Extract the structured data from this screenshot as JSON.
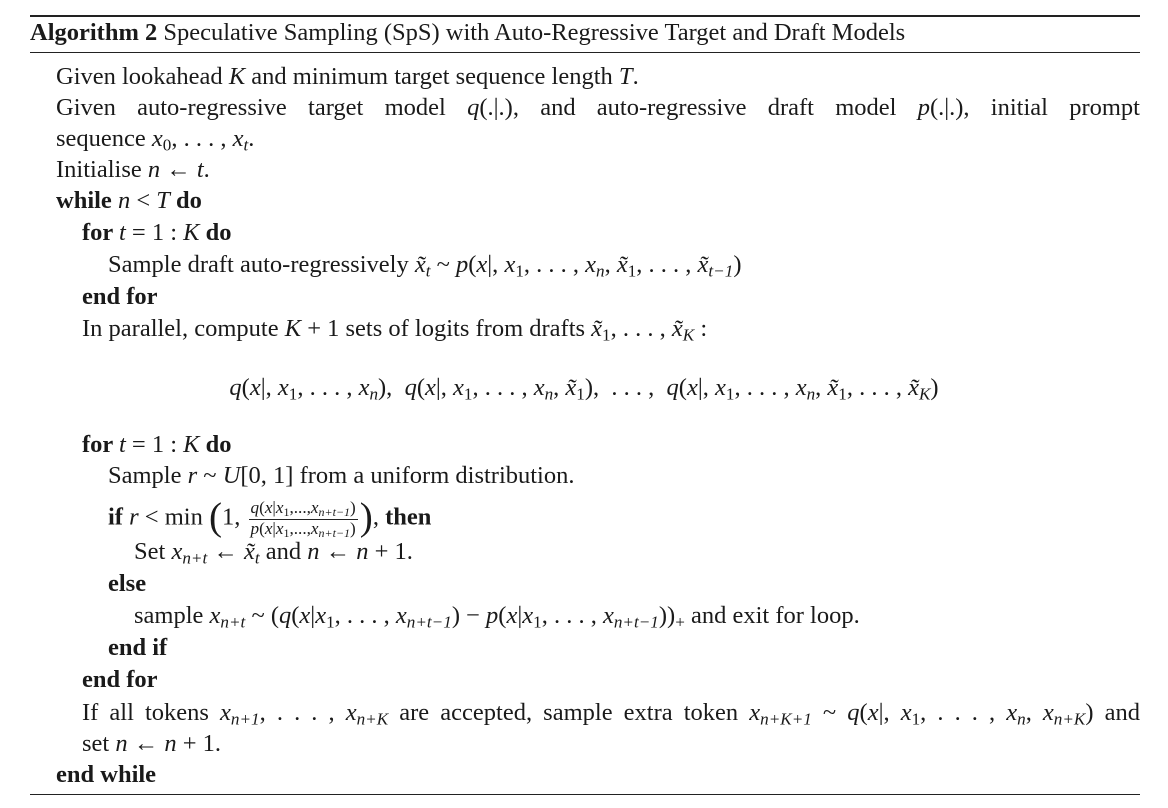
{
  "caption": {
    "label": "Algorithm 2",
    "title": "Speculative Sampling (SpS) with Auto-Regressive Target and Draft Models"
  },
  "lines": [
    {
      "indent": 0,
      "segs": [
        [
          "r",
          "Given lookahead "
        ],
        [
          "i",
          "K"
        ],
        [
          "r",
          " and minimum target sequence length "
        ],
        [
          "i",
          "T"
        ],
        [
          "r",
          "."
        ]
      ]
    },
    {
      "indent": 0,
      "just": true,
      "segs": [
        [
          "r",
          "Given auto-regressive target model "
        ],
        [
          "i",
          "q"
        ],
        [
          "r",
          "(.|.), and auto-regressive draft model "
        ],
        [
          "i",
          "p"
        ],
        [
          "r",
          "(.|.), initial prompt"
        ]
      ]
    },
    {
      "indent": 0,
      "segs": [
        [
          "r",
          "sequence "
        ],
        [
          "i",
          "x"
        ],
        [
          "sr",
          "0"
        ],
        [
          "r",
          ", . . . , "
        ],
        [
          "i",
          "x"
        ],
        [
          "si",
          "t"
        ],
        [
          "r",
          "."
        ]
      ]
    },
    {
      "indent": 0,
      "segs": [
        [
          "r",
          "Initialise "
        ],
        [
          "i",
          "n"
        ],
        [
          "r",
          " ← "
        ],
        [
          "i",
          "t"
        ],
        [
          "r",
          "."
        ]
      ]
    },
    {
      "indent": 0,
      "segs": [
        [
          "b",
          "while "
        ],
        [
          "i",
          "n"
        ],
        [
          "r",
          " < "
        ],
        [
          "i",
          "T"
        ],
        [
          "b",
          " do"
        ]
      ]
    },
    {
      "indent": 1,
      "segs": [
        [
          "b",
          "for "
        ],
        [
          "i",
          "t"
        ],
        [
          "r",
          " = 1 : "
        ],
        [
          "i",
          "K"
        ],
        [
          "b",
          " do"
        ]
      ]
    },
    {
      "indent": 2,
      "segs": [
        [
          "r",
          "Sample draft auto-regressively "
        ],
        [
          "i",
          "x̃"
        ],
        [
          "si",
          "t"
        ],
        [
          "r",
          " ~ "
        ],
        [
          "i",
          "p"
        ],
        [
          "r",
          "("
        ],
        [
          "i",
          "x"
        ],
        [
          "r",
          "|, "
        ],
        [
          "i",
          "x"
        ],
        [
          "sr",
          "1"
        ],
        [
          "r",
          ", . . . , "
        ],
        [
          "i",
          "x"
        ],
        [
          "si",
          "n"
        ],
        [
          "r",
          ", "
        ],
        [
          "i",
          "x̃"
        ],
        [
          "sr",
          "1"
        ],
        [
          "r",
          ", . . . , "
        ],
        [
          "i",
          "x̃"
        ],
        [
          "si",
          "t−1"
        ],
        [
          "r",
          ")"
        ]
      ]
    },
    {
      "indent": 1,
      "segs": [
        [
          "b",
          "end for"
        ]
      ]
    },
    {
      "indent": 1,
      "segs": [
        [
          "r",
          "In parallel, compute "
        ],
        [
          "i",
          "K"
        ],
        [
          "r",
          " + 1 sets of logits from drafts "
        ],
        [
          "i",
          "x̃"
        ],
        [
          "sr",
          "1"
        ],
        [
          "r",
          ", . . . , "
        ],
        [
          "i",
          "x̃"
        ],
        [
          "si",
          "K"
        ],
        [
          "r",
          " :"
        ]
      ]
    },
    {
      "indent": "center",
      "segs": [
        [
          "i",
          "q"
        ],
        [
          "r",
          "("
        ],
        [
          "i",
          "x"
        ],
        [
          "r",
          "|, "
        ],
        [
          "i",
          "x"
        ],
        [
          "sr",
          "1"
        ],
        [
          "r",
          ", . . . , "
        ],
        [
          "i",
          "x"
        ],
        [
          "si",
          "n"
        ],
        [
          "r",
          "),  "
        ],
        [
          "i",
          "q"
        ],
        [
          "r",
          "("
        ],
        [
          "i",
          "x"
        ],
        [
          "r",
          "|, "
        ],
        [
          "i",
          "x"
        ],
        [
          "sr",
          "1"
        ],
        [
          "r",
          ", . . . , "
        ],
        [
          "i",
          "x"
        ],
        [
          "si",
          "n"
        ],
        [
          "r",
          ", "
        ],
        [
          "i",
          "x̃"
        ],
        [
          "sr",
          "1"
        ],
        [
          "r",
          "),  . . . ,  "
        ],
        [
          "i",
          "q"
        ],
        [
          "r",
          "("
        ],
        [
          "i",
          "x"
        ],
        [
          "r",
          "|, "
        ],
        [
          "i",
          "x"
        ],
        [
          "sr",
          "1"
        ],
        [
          "r",
          ", . . . , "
        ],
        [
          "i",
          "x"
        ],
        [
          "si",
          "n"
        ],
        [
          "r",
          ", "
        ],
        [
          "i",
          "x̃"
        ],
        [
          "sr",
          "1"
        ],
        [
          "r",
          ", . . . , "
        ],
        [
          "i",
          "x̃"
        ],
        [
          "si",
          "K"
        ],
        [
          "r",
          ")"
        ]
      ]
    },
    {
      "indent": 1,
      "segs": [
        [
          "b",
          "for "
        ],
        [
          "i",
          "t"
        ],
        [
          "r",
          " = 1 : "
        ],
        [
          "i",
          "K"
        ],
        [
          "b",
          " do"
        ]
      ]
    },
    {
      "indent": 2,
      "segs": [
        [
          "r",
          "Sample "
        ],
        [
          "i",
          "r"
        ],
        [
          "r",
          " ~ "
        ],
        [
          "i",
          "U"
        ],
        [
          "r",
          "[0, 1] from a uniform distribution."
        ]
      ]
    },
    {
      "indent": 2,
      "segs": [
        [
          "b",
          "if "
        ],
        [
          "i",
          "r"
        ],
        [
          "r",
          " < min "
        ],
        [
          "big",
          "("
        ],
        [
          "r",
          "1, "
        ],
        [
          "frac",
          [
            [
              "i",
              "q"
            ],
            [
              "r",
              "("
            ],
            [
              "i",
              "x"
            ],
            [
              "r",
              "|"
            ],
            [
              "i",
              "x"
            ],
            [
              "sr",
              "1"
            ],
            [
              "r",
              ",...,"
            ],
            [
              "i",
              "x"
            ],
            [
              "si",
              "n+t−1"
            ],
            [
              "r",
              ")"
            ]
          ],
          [
            [
              "i",
              "p"
            ],
            [
              "r",
              "("
            ],
            [
              "i",
              "x"
            ],
            [
              "r",
              "|"
            ],
            [
              "i",
              "x"
            ],
            [
              "sr",
              "1"
            ],
            [
              "r",
              ",...,"
            ],
            [
              "i",
              "x"
            ],
            [
              "si",
              "n+t−1"
            ],
            [
              "r",
              ")"
            ]
          ]
        ],
        [
          "big",
          ")"
        ],
        [
          "r",
          ", "
        ],
        [
          "b",
          "then"
        ]
      ]
    },
    {
      "indent": 3,
      "segs": [
        [
          "r",
          "Set "
        ],
        [
          "i",
          "x"
        ],
        [
          "si",
          "n+t"
        ],
        [
          "r",
          " ← "
        ],
        [
          "i",
          "x̃"
        ],
        [
          "si",
          "t"
        ],
        [
          "r",
          " and "
        ],
        [
          "i",
          "n"
        ],
        [
          "r",
          " ← "
        ],
        [
          "i",
          "n"
        ],
        [
          "r",
          " + 1."
        ]
      ]
    },
    {
      "indent": 2,
      "segs": [
        [
          "b",
          "else"
        ]
      ]
    },
    {
      "indent": 3,
      "segs": [
        [
          "r",
          "sample "
        ],
        [
          "i",
          "x"
        ],
        [
          "si",
          "n+t"
        ],
        [
          "r",
          " ~ ("
        ],
        [
          "i",
          "q"
        ],
        [
          "r",
          "("
        ],
        [
          "i",
          "x"
        ],
        [
          "r",
          "|"
        ],
        [
          "i",
          "x"
        ],
        [
          "sr",
          "1"
        ],
        [
          "r",
          ", . . . , "
        ],
        [
          "i",
          "x"
        ],
        [
          "si",
          "n+t−1"
        ],
        [
          "r",
          ") − "
        ],
        [
          "i",
          "p"
        ],
        [
          "r",
          "("
        ],
        [
          "i",
          "x"
        ],
        [
          "r",
          "|"
        ],
        [
          "i",
          "x"
        ],
        [
          "sr",
          "1"
        ],
        [
          "r",
          ", . . . , "
        ],
        [
          "i",
          "x"
        ],
        [
          "si",
          "n+t−1"
        ],
        [
          "r",
          "))"
        ],
        [
          "sr",
          "+"
        ],
        [
          "r",
          " and exit for loop."
        ]
      ]
    },
    {
      "indent": 2,
      "segs": [
        [
          "b",
          "end if"
        ]
      ]
    },
    {
      "indent": 1,
      "segs": [
        [
          "b",
          "end for"
        ]
      ]
    },
    {
      "indent": 1,
      "just": true,
      "segs": [
        [
          "r",
          "If all tokens "
        ],
        [
          "i",
          "x"
        ],
        [
          "si",
          "n+1"
        ],
        [
          "r",
          ", . . . , "
        ],
        [
          "i",
          "x"
        ],
        [
          "si",
          "n+K"
        ],
        [
          "r",
          " are accepted, sample extra token "
        ],
        [
          "i",
          "x"
        ],
        [
          "si",
          "n+K+1"
        ],
        [
          "r",
          " ~ "
        ],
        [
          "i",
          "q"
        ],
        [
          "r",
          "("
        ],
        [
          "i",
          "x"
        ],
        [
          "r",
          "|, "
        ],
        [
          "i",
          "x"
        ],
        [
          "sr",
          "1"
        ],
        [
          "r",
          ", . . . , "
        ],
        [
          "i",
          "x"
        ],
        [
          "si",
          "n"
        ],
        [
          "r",
          ", "
        ],
        [
          "i",
          "x"
        ],
        [
          "si",
          "n+K"
        ],
        [
          "r",
          ") and"
        ]
      ]
    },
    {
      "indent": 1,
      "segs": [
        [
          "r",
          "set "
        ],
        [
          "i",
          "n"
        ],
        [
          "r",
          " ← "
        ],
        [
          "i",
          "n"
        ],
        [
          "r",
          " + 1."
        ]
      ]
    },
    {
      "indent": 0,
      "segs": [
        [
          "b",
          "end while"
        ]
      ]
    }
  ]
}
